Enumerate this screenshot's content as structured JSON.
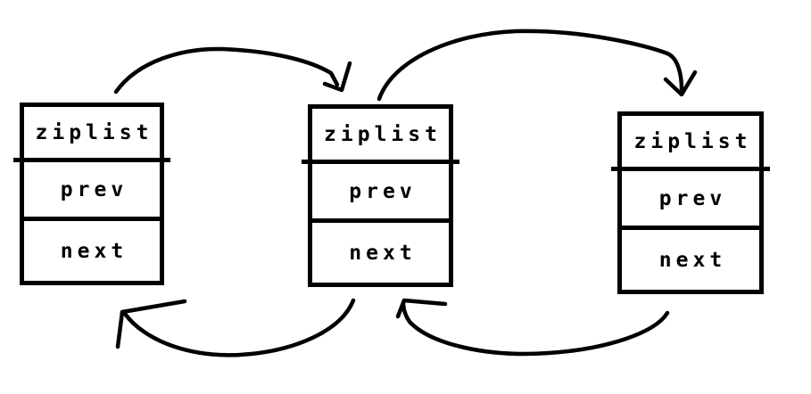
{
  "canvas": {
    "background_color": "#ffffff",
    "ink_color": "#000000"
  },
  "nodes": [
    {
      "id": "node-1",
      "cells": [
        {
          "label": "ziplist"
        },
        {
          "label": "prev"
        },
        {
          "label": "next"
        }
      ]
    },
    {
      "id": "node-2",
      "cells": [
        {
          "label": "ziplist"
        },
        {
          "label": "prev"
        },
        {
          "label": "next"
        }
      ]
    },
    {
      "id": "node-3",
      "cells": [
        {
          "label": "ziplist"
        },
        {
          "label": "prev"
        },
        {
          "label": "next"
        }
      ]
    }
  ],
  "arrows": [
    {
      "from": "node-1",
      "to": "node-2",
      "via": "top"
    },
    {
      "from": "node-2",
      "to": "node-3",
      "via": "top"
    },
    {
      "from": "node-2",
      "to": "node-1",
      "via": "bottom"
    },
    {
      "from": "node-3",
      "to": "node-2",
      "via": "bottom"
    }
  ]
}
